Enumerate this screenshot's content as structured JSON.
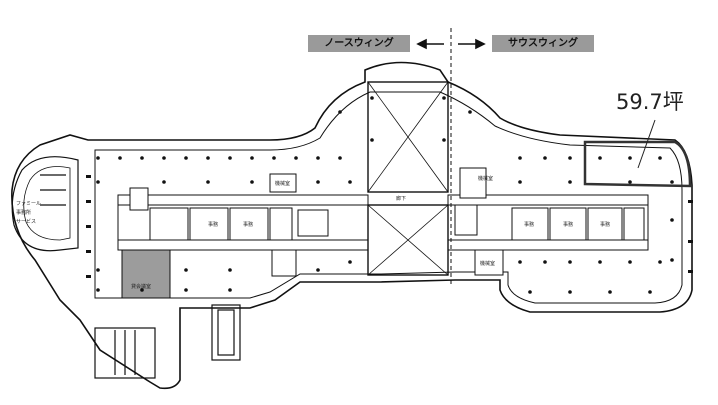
{
  "wings": {
    "north": "ノースウィング",
    "south": "サウスウィング"
  },
  "area_label": "59.7坪",
  "rooms": {
    "rental_room": "貸会議室",
    "left_round": "ファミール / 事務所 / サービス",
    "mechanical": "機械室",
    "office": "事務",
    "corridor": "廊下"
  },
  "colors": {
    "wall": "#111111",
    "room_fill_gray": "#9c9c9c",
    "label_bg": "#9a9a9a"
  }
}
